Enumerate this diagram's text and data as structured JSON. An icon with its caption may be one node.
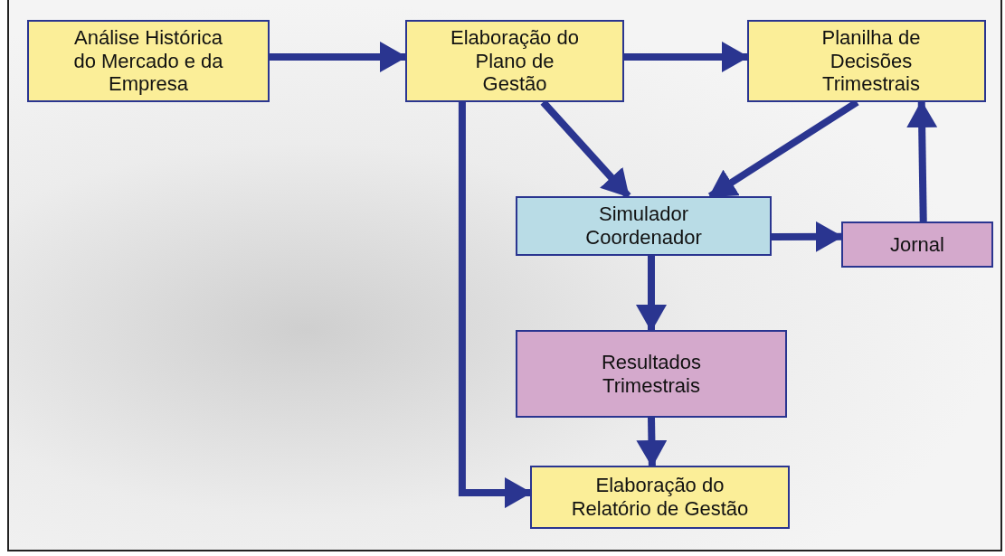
{
  "diagram": {
    "nodes": [
      {
        "text": [
          "Análise Histórica do Mercado e da Empresa"
        ]
      },
      {
        "text": [
          "Elaboração do Plano de Gestão"
        ]
      },
      {
        "text": [
          "Planilha de Decisões Trimestrais"
        ]
      },
      {
        "text": [
          "Simulador Coordenador"
        ]
      },
      {
        "text": [
          "Jornal"
        ]
      },
      {
        "text": [
          "Resultados Trimestrais"
        ]
      },
      {
        "text": [
          "Elaboração do Relatório de Gestão"
        ]
      }
    ],
    "edges": [
      {
        "from": 0,
        "to": 1,
        "arrow": "to"
      },
      {
        "from": 1,
        "to": 2,
        "arrow": "to"
      },
      {
        "from": 1,
        "to": 3,
        "arrow": "to"
      },
      {
        "from": 2,
        "to": 3,
        "arrow": "to"
      },
      {
        "from": 3,
        "to": 4,
        "arrow": "to"
      },
      {
        "from": 4,
        "to": 2,
        "arrow": "to"
      },
      {
        "from": 3,
        "to": 5,
        "arrow": "to"
      },
      {
        "from": 5,
        "to": 6,
        "arrow": "to"
      },
      {
        "from": 1,
        "to": 6,
        "arrow": "to"
      }
    ]
  }
}
